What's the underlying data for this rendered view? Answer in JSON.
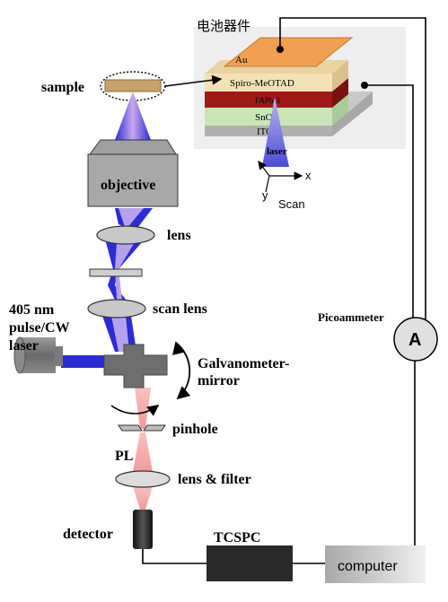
{
  "title_cn": "电池器件",
  "labels": {
    "sample": "sample",
    "objective": "objective",
    "lens": "lens",
    "scan_lens": "scan lens",
    "laser_line1": "405 nm",
    "laser_line2": "pulse/CW",
    "laser_line3": "laser",
    "galvo_line1": "Galvanometer-",
    "galvo_line2": "mirror",
    "pinhole": "pinhole",
    "pl": "PL",
    "lens_filter": "lens & filter",
    "detector": "detector",
    "tcspc": "TCSPC",
    "computer": "computer",
    "picoammeter": "Picoammeter",
    "ammeter_symbol": "A"
  },
  "device": {
    "layers": [
      "Au",
      "Spiro-MeOTAD",
      "FAPbI3",
      "SnO2",
      "ITO"
    ],
    "laser_label": "laser",
    "axis_x": "x",
    "axis_y": "y",
    "scan_label": "Scan"
  },
  "colors": {
    "beam_blue": "#2a2ad6",
    "beam_violet": "#8a6ad8",
    "beam_pink": "#f2a8a8",
    "gold": "#f0a050",
    "spiro": "#f3e2b8",
    "fapbi": "#a01818",
    "sno2": "#c8e6b8",
    "ito": "#b8b8b8",
    "device_bg": "#eeeeee"
  }
}
